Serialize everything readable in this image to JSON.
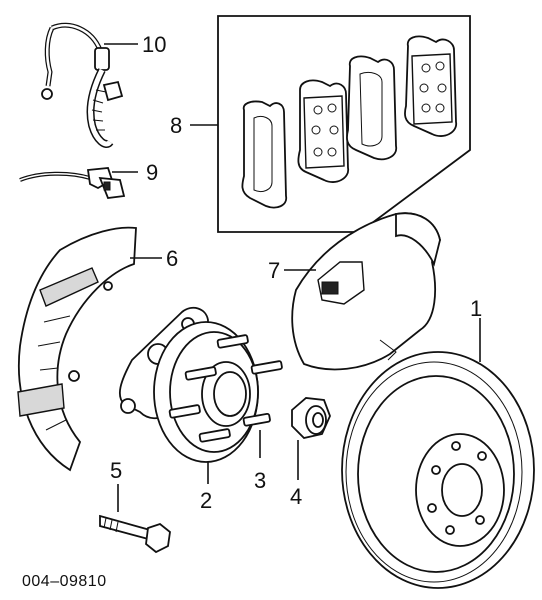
{
  "callouts": {
    "c1": "1",
    "c2": "2",
    "c3": "3",
    "c4": "4",
    "c5": "5",
    "c6": "6",
    "c7": "7",
    "c8": "8",
    "c9": "9",
    "c10": "10"
  },
  "figure_code": "004–09810"
}
